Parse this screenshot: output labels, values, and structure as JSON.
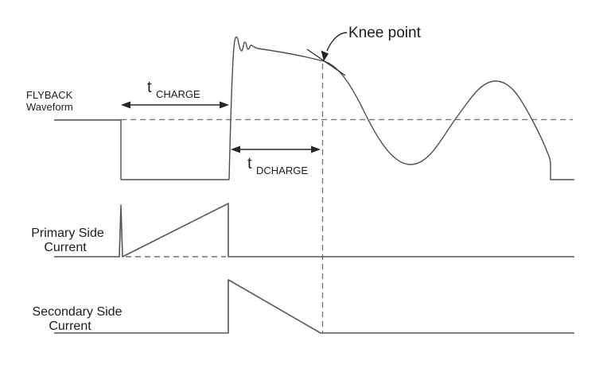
{
  "diagram": {
    "labels": {
      "flyback": {
        "line1": "FLYBACK",
        "line2": "Waveform"
      },
      "primary": {
        "line1": "Primary Side",
        "line2": "Current"
      },
      "secondary": {
        "line1": "Secondary Side",
        "line2": "Current"
      },
      "knee_point": "Knee point"
    },
    "timing": {
      "t_charge": {
        "symbol": "t",
        "subscript": "CHARGE"
      },
      "t_dcharge": {
        "symbol": "t",
        "subscript": "DCHARGE"
      }
    },
    "colors": {
      "background": "#ffffff",
      "waveform": "#4e4e4e",
      "current_trace": "#575757",
      "dashed": "#6e6e6e",
      "annotation": "#262626",
      "text": "#1c1c1c"
    }
  }
}
